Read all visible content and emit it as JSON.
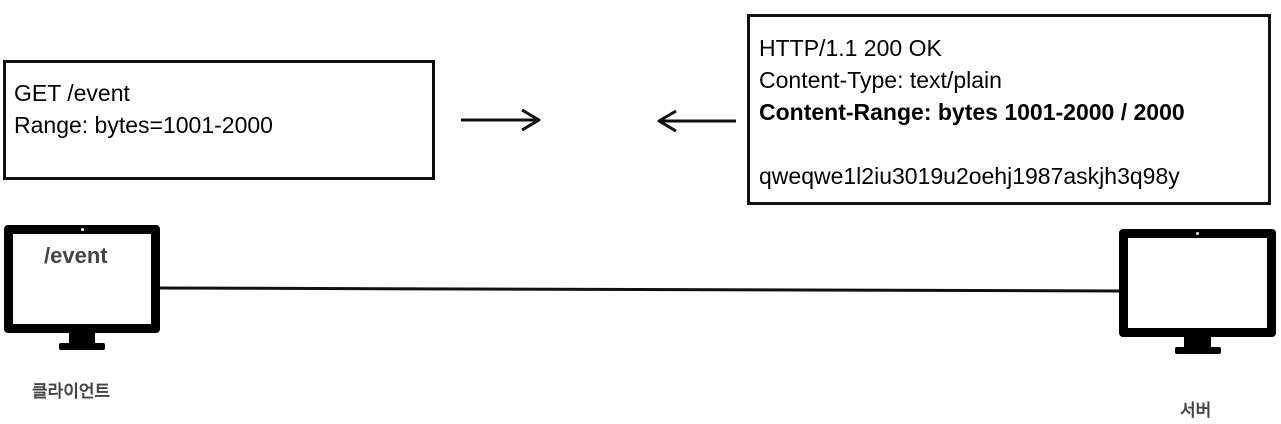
{
  "request": {
    "lines": [
      "GET /event",
      "Range: bytes=1001-2000"
    ]
  },
  "response": {
    "lines": [
      "HTTP/1.1 200 OK",
      "Content-Type: text/plain",
      "Content-Range: bytes 1001-2000 / 2000",
      "",
      "qweqwe1l2iu3019u2oehj1987askjh3q98y"
    ]
  },
  "client": {
    "screen_text": "/event",
    "label": "클라이언트",
    "icon": "monitor-icon"
  },
  "server": {
    "label": "서버",
    "icon": "monitor-icon"
  },
  "colors": {
    "stroke": "#111111",
    "caption": "#444444"
  }
}
